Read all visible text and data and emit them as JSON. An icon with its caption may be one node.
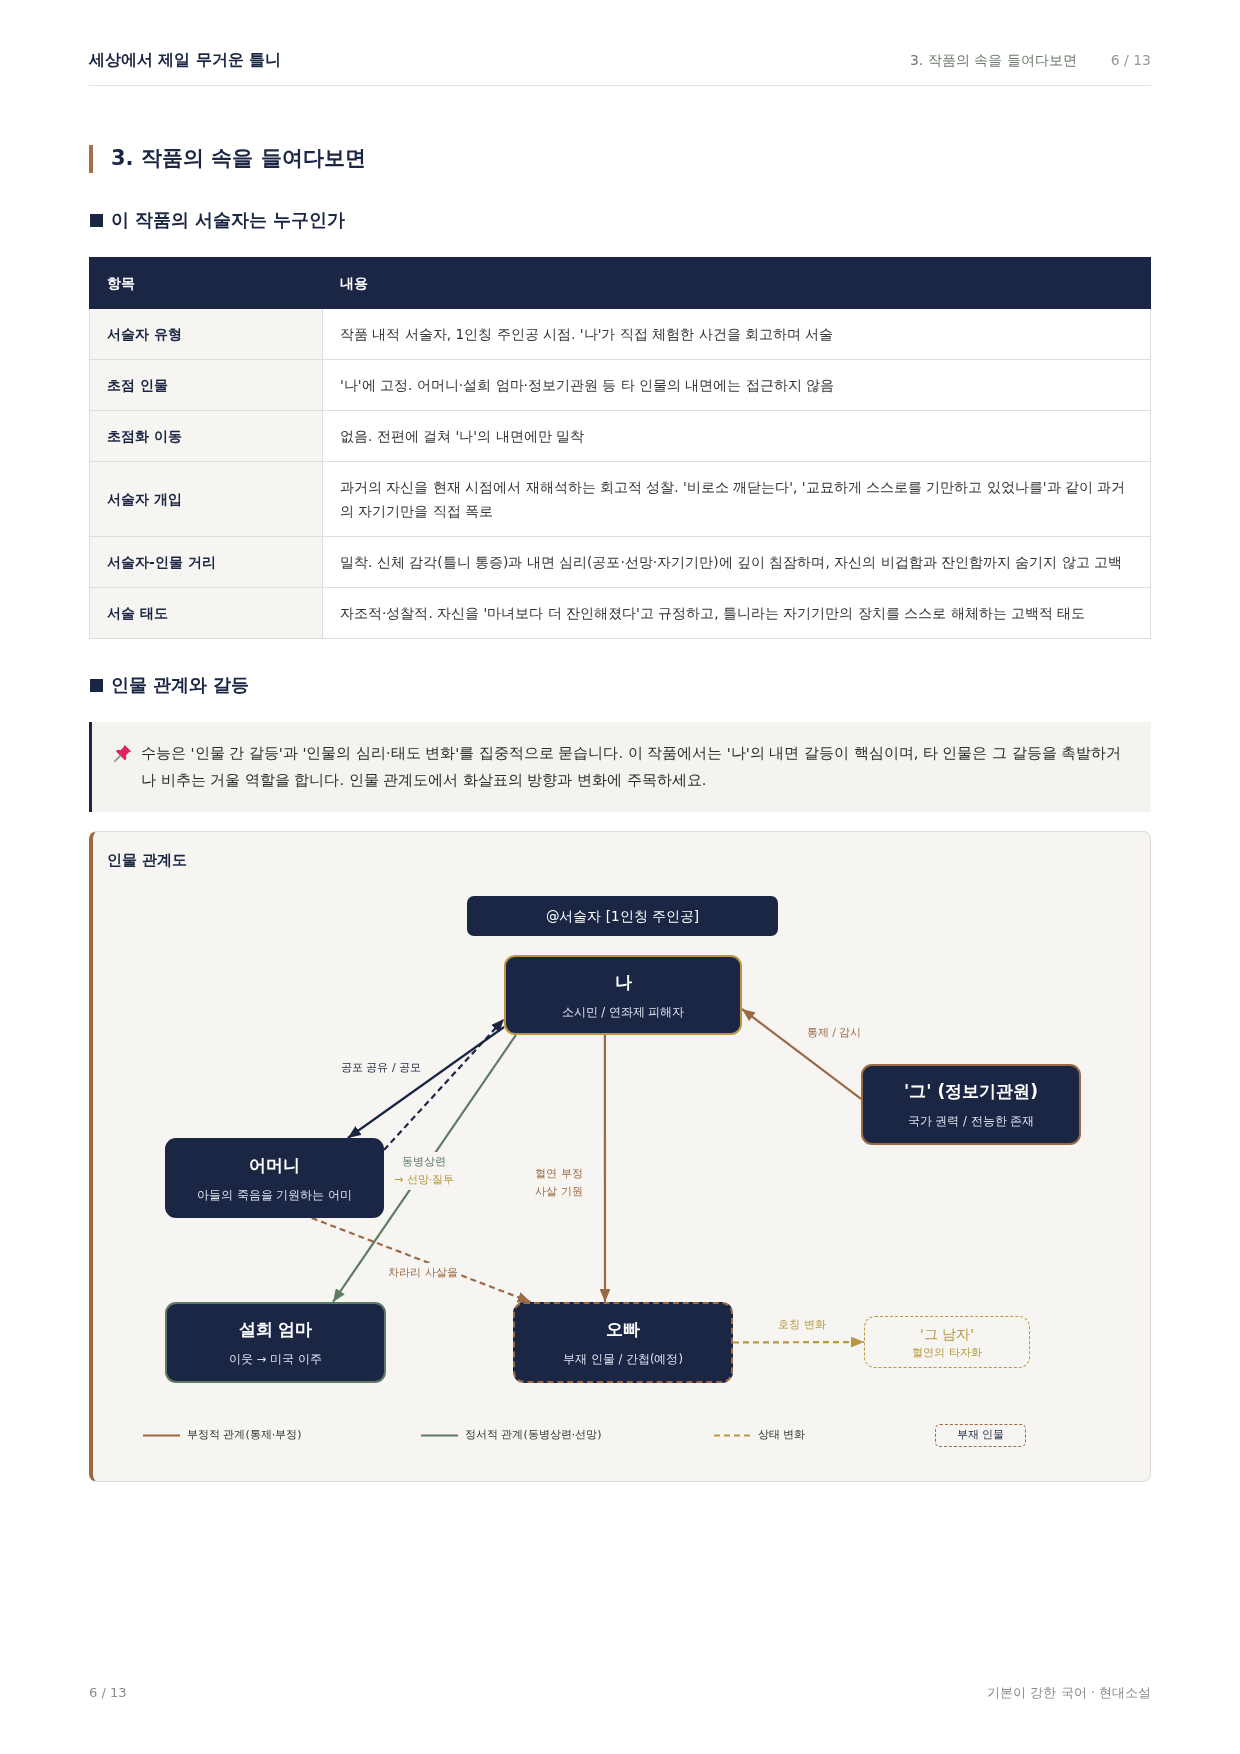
{
  "diagram": {
    "title": "3. 작품의 속을 들여다보면",
    "nodes": [
      {
        "text": [
          "인물 관계도"
        ]
      },
      {
        "text": [
          "@서술자 [1인칭 주인공]"
        ],
        "in": 0
      },
      {
        "text": [
          "나",
          "소시민 / 연좌제 피해자"
        ],
        "in": 0
      },
      {
        "text": [
          "'그' (정보기관원)",
          "국가 권력 / 전능한 존재"
        ],
        "in": 0
      },
      {
        "text": [
          "어머니",
          "아들의 죽음을 기원하는 어미"
        ],
        "in": 0
      },
      {
        "text": [
          "설희 엄마",
          "이웃 → 미국 이주"
        ],
        "in": 0
      },
      {
        "text": [
          "오빠",
          "부재 인물 / 간첩(예정)"
        ],
        "in": 0
      },
      {
        "text": [
          "'그 남자'",
          "혈연의 타자화"
        ],
        "in": 0
      }
    ],
    "edges": [
      {
        "from": 2,
        "to": 4,
        "arrow": "to",
        "label": "공포 공유 / 공모",
        "color": "#1b2644"
      },
      {
        "from": 4,
        "to": 2,
        "arrow": "to",
        "style": "dashed",
        "color": "#1b2644"
      },
      {
        "from": 2,
        "to": 5,
        "arrow": "to",
        "label": "동병상련 → 선망·질투",
        "color": "#5f7a64"
      },
      {
        "from": 3,
        "to": 2,
        "arrow": "to",
        "label": "통제 / 감시"
      },
      {
        "from": 2,
        "to": 6,
        "arrow": "to",
        "label": "혈연 부정 사살 기원"
      },
      {
        "from": 4,
        "to": 6,
        "arrow": "to",
        "label": "차라리 사살을",
        "style": "dashed"
      },
      {
        "from": 6,
        "to": 7,
        "arrow": "to",
        "label": "호칭 변화",
        "style": "dashed",
        "color": "#b9973e"
      }
    ],
    "labels": [
      "세상에서 제일 무거운 틀니",
      "3. 작품의 속을 들여다보면",
      "6 / 13",
      "이 작품의 서술자는 누구인가",
      "항목",
      "내용",
      "서술자 유형",
      "작품 내적 서술자, 1인칭 주인공 시점. '나'가 직접 체험한 사건을 회고하며 서술",
      "초점 인물",
      "'나'에 고정. 어머니·설희 엄마·정보기관원 등 타 인물의 내면에는 접근하지 않음",
      "초점화 이동",
      "없음. 전편에 걸쳐 '나'의 내면에만 밀착",
      "서술자 개입",
      "과거의 자신을 현재 시점에서 재해석하는 회고적 성찰. '비로소 깨닫는다', '교묘하게 스스로를 기만하고 있었나를'과 같이 과거의 자기기만을 직접 폭로",
      "서술자-인물 거리",
      "밀착. 신체 감각(틀니 통증)과 내면 심리(공포·선망·자기기만)에 깊이 침잠하며, 자신의 비겁함과 잔인함까지 숨기지 않고 고백",
      "서술 태도",
      "자조적·성찰적. 자신을 '마녀보다 더 잔인해졌다'고 규정하고, 틀니라는 자기기만의 장치를 스스로 해체하는 고백적 태도",
      "인물 관계와 갈등",
      "수능은 '인물 간 갈등'과 '인물의 심리·태도 변화'를 집중적으로 묻습니다. 이 작품에서는 '나'의 내면 갈등이 핵심이며, 타 인물은 그 갈등을 촉발하거나 비추는 거울 역할을 합니다. 인물 관계도에서 화살표의 방향과 변화에 주목하세요.",
      "6 / 13",
      "기본이 강한 국어 · 현대소설"
    ],
    "legend": [
      {
        "text": "부정적 관계(통제·부정)"
      },
      {
        "text": "정서적 관계(동병상련·선망)"
      },
      {
        "text": "상태 변화"
      },
      {
        "text": "부재 인물"
      }
    ]
  }
}
